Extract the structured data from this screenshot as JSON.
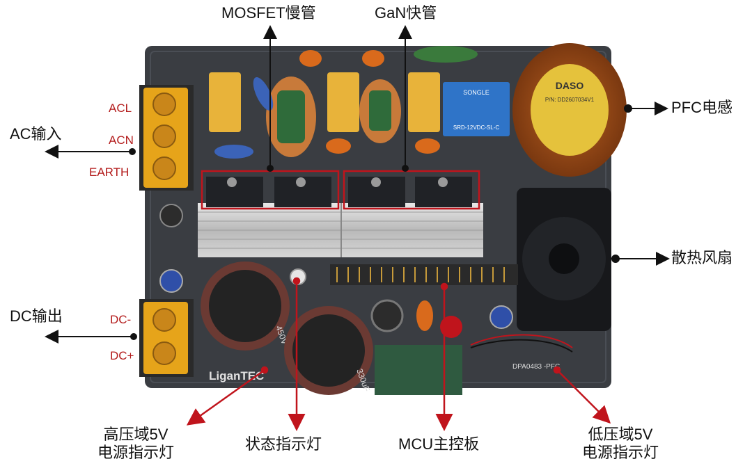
{
  "labels": {
    "mosfet": "MOSFET慢管",
    "gan": "GaN快管",
    "pfc": "PFC电感",
    "ac_in": "AC输入",
    "fan": "散热风扇",
    "dc_out": "DC输出",
    "hv_led": "高压域5V\n电源指示灯",
    "status_led": "状态指示灯",
    "mcu": "MCU主控板",
    "lv_led": "低压域5V\n电源指示灯"
  },
  "terminals": {
    "acl": "ACL",
    "acn": "ACN",
    "earth": "EARTH",
    "dcm": "DC-",
    "dcp": "DC+"
  },
  "board": {
    "brand": "LiganTEC",
    "part": "DPA0483 -PFC",
    "inductor_brand": "DASO",
    "inductor_pn": "P/N: DD2607034V1",
    "relay_model": "SRD-12VDC-SL-C",
    "relay_brand": "SONGLE",
    "cap_rating": "450V",
    "cap2_rating": "330uF"
  },
  "colors": {
    "accent_red": "#c0141c",
    "board": "#3a3d42",
    "terminal": "#e6a41a"
  }
}
